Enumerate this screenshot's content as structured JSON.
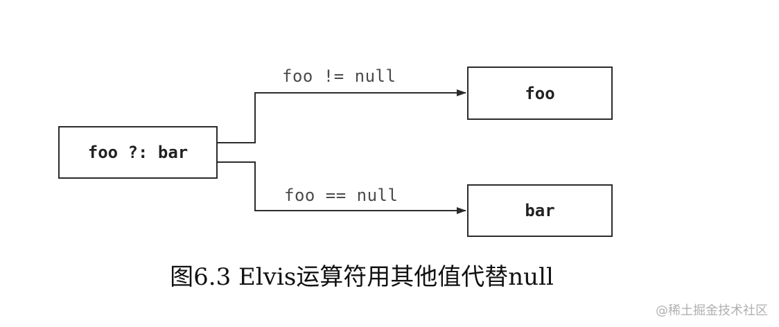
{
  "diagram": {
    "source_node": "foo ?: bar",
    "target_true": "foo",
    "target_false": "bar",
    "edge_true_label": "foo != null",
    "edge_false_label": "foo == null"
  },
  "caption": "图6.3 Elvis运算符用其他值代替null",
  "watermark": "@稀土掘金技术社区",
  "colors": {
    "line": "#2b2b2b",
    "label": "#4a4a4a"
  }
}
